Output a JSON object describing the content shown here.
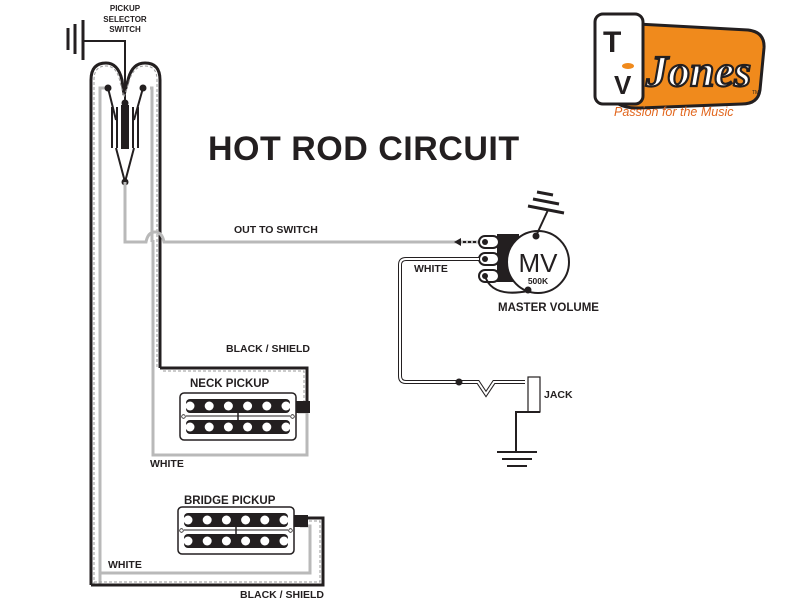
{
  "title": "HOT ROD CIRCUIT",
  "logo": {
    "brand": "TV Jones",
    "wordmark": "Jones",
    "initials": [
      "T",
      "V"
    ],
    "trademark": "TM",
    "tagline": "Passion for the Music",
    "colors": {
      "accent": "#f08a1c",
      "tagline": "#e2661d",
      "ink": "#231f20"
    }
  },
  "components": {
    "pickup_selector": {
      "label_lines": [
        "PICKUP",
        "SELECTOR",
        "SWITCH"
      ]
    },
    "neck_pickup": {
      "label": "NECK PICKUP",
      "pole_count_per_row": 6
    },
    "bridge_pickup": {
      "label": "BRIDGE PICKUP",
      "pole_count_per_row": 6
    },
    "master_volume": {
      "symbol": "MV",
      "value": "500K",
      "label": "MASTER VOLUME"
    },
    "jack": {
      "label": "JACK"
    }
  },
  "wires": {
    "out_to_switch": "OUT TO SWITCH",
    "mv_white": "WHITE",
    "neck_black_shield": "BLACK / SHIELD",
    "neck_white": "WHITE",
    "bridge_white": "WHITE",
    "bridge_black_shield": "BLACK / SHIELD"
  },
  "colors": {
    "ink": "#231f20",
    "gray_wire": "#b9b9b9",
    "background": "#ffffff"
  }
}
